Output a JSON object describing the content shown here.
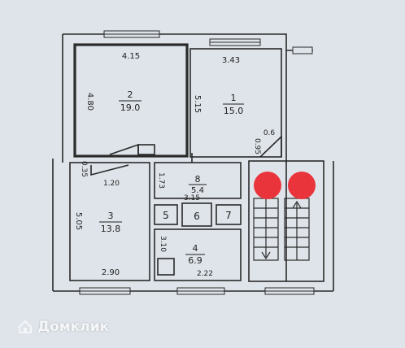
{
  "colors": {
    "paper": "#dfe4ea",
    "line": "#2a2a2a",
    "marker": "#e8343a",
    "watermark": "#f4f6f8"
  },
  "rooms": [
    {
      "number": "2",
      "area": "19.0",
      "width": "4.15",
      "height": "4.80"
    },
    {
      "number": "1",
      "area": "15.0",
      "width": "3.43",
      "height": "5.15"
    },
    {
      "number": "3",
      "area": "13.8",
      "width": "2.90",
      "height": "5.05"
    },
    {
      "number": "4",
      "area": "6.9",
      "width": "2.22",
      "height": "3.10"
    },
    {
      "number": "8",
      "area": "5.4",
      "width": "3.15",
      "height": "1.73"
    },
    {
      "number": "5"
    },
    {
      "number": "6"
    },
    {
      "number": "7"
    }
  ],
  "dims": {
    "closet_w": "0.6",
    "closet_h": "0.95",
    "hall_w": "1.20",
    "hall_h": "0.35"
  },
  "watermark": {
    "text": "Домклик",
    "icon": "domclick-logo-icon"
  }
}
